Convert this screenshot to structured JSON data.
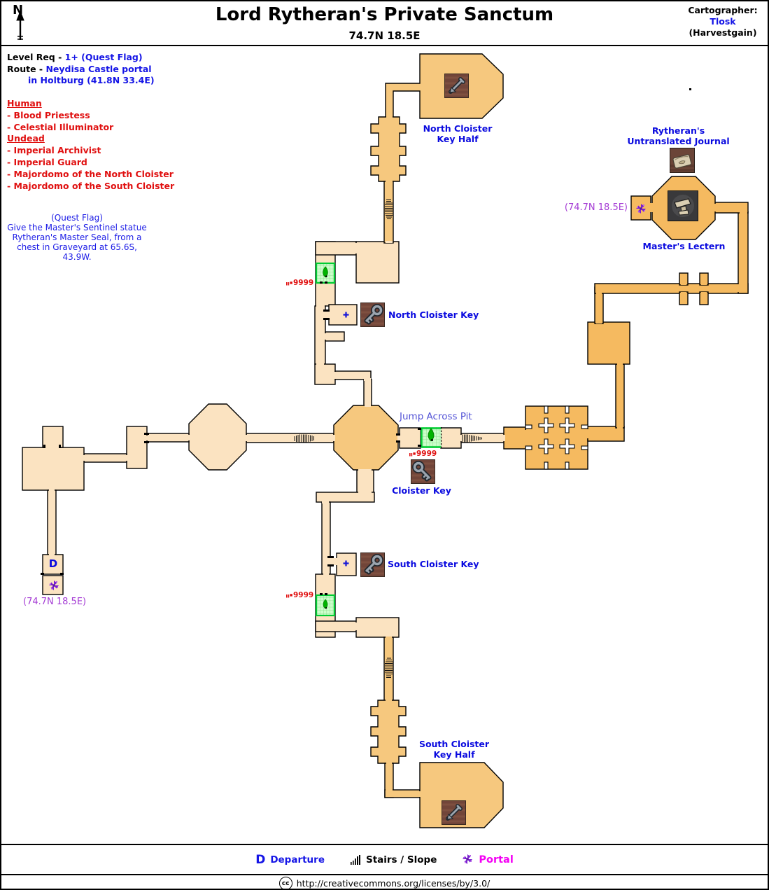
{
  "header": {
    "compass": "N",
    "title": "Lord Rytheran's Private Sanctum",
    "coords": "74.7N 18.5E",
    "cartographer_label": "Cartographer:",
    "cartographer_name": "Tlosk",
    "cartographer_server": "(Harvestgain)"
  },
  "info": {
    "level_req_label": "Level Req - ",
    "level_req_value": "1+ (Quest Flag)",
    "route_label": "Route - ",
    "route_value": "Neydisa Castle portal",
    "route_value2": "in Holtburg (41.8N 33.4E)",
    "mobs": {
      "human_header": "Human",
      "human": [
        "- Blood Priestess",
        "- Celestial Illuminator"
      ],
      "undead_header": "Undead",
      "undead": [
        "- Imperial Archivist",
        "- Imperial Guard",
        "- Majordomo of the North Cloister",
        "- Majordomo of the South Cloister"
      ]
    },
    "quest_note": [
      "(Quest Flag)",
      "Give the Master's Sentinel statue",
      "Rytheran's Master Seal, from a",
      "chest in Graveyard at 65.6S, 43.9W."
    ]
  },
  "map_labels": {
    "north_key_half_1": "North Cloister",
    "north_key_half_2": "Key Half",
    "journal_1": "Rytheran's",
    "journal_2": "Untranslated Journal",
    "ne_portal_coords": "(74.7N 18.5E)",
    "masters_lectern": "Master's Lectern",
    "north_key": "North Cloister Key",
    "jump_across_pit": "Jump Across Pit",
    "pit_depth": "9999",
    "cloister_key": "Cloister Key",
    "south_key": "South Cloister Key",
    "departure_d": "D",
    "sw_portal_coords": "(74.7N 18.5E)",
    "south_key_half_1": "South Cloister",
    "south_key_half_2": "Key Half"
  },
  "legend": {
    "departure_d": "D",
    "departure": "Departure",
    "stairs": "Stairs / Slope",
    "portal": "Portal"
  },
  "footer": {
    "cc": "cc",
    "license_url": "http://creativecommons.org/licenses/by/3.0/"
  },
  "colors": {
    "room_light": "#FBE3C1",
    "room_mid": "#F6C87E",
    "room_dark": "#F5BA60",
    "pit_fill": "#CCFFCC",
    "pit_border": "#00CC33",
    "label_blue": "#0A0ADF",
    "mob_red": "#E01010",
    "portal_purple": "#A43BD4",
    "legend_magenta": "#F400F4"
  }
}
